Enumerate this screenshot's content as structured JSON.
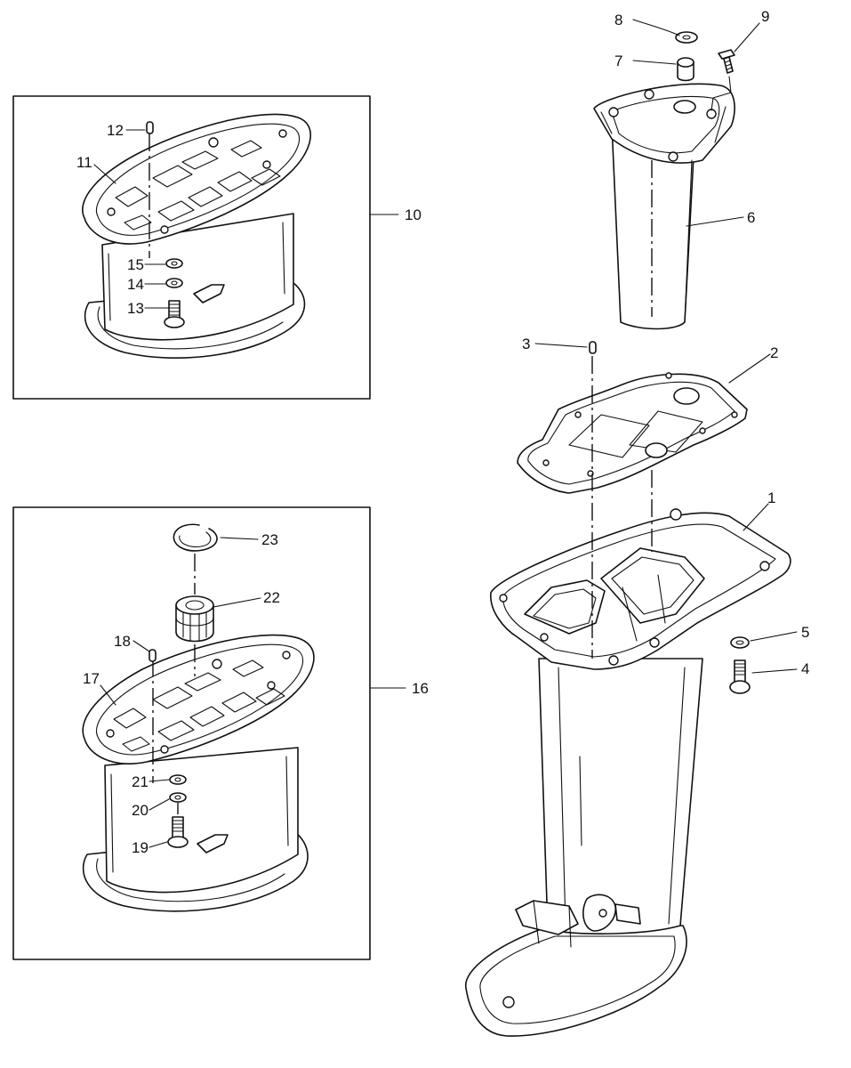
{
  "callouts": {
    "c1": "1",
    "c2": "2",
    "c3": "3",
    "c4": "4",
    "c5": "5",
    "c6": "6",
    "c7": "7",
    "c8": "8",
    "c9": "9",
    "c10": "10",
    "c11": "11",
    "c12": "12",
    "c13": "13",
    "c14": "14",
    "c15": "15",
    "c16": "16",
    "c17": "17",
    "c18": "18",
    "c19": "19",
    "c20": "20",
    "c21": "21",
    "c22": "22",
    "c23": "23"
  },
  "colors": {
    "ink": "#111111",
    "paper": "#ffffff"
  }
}
